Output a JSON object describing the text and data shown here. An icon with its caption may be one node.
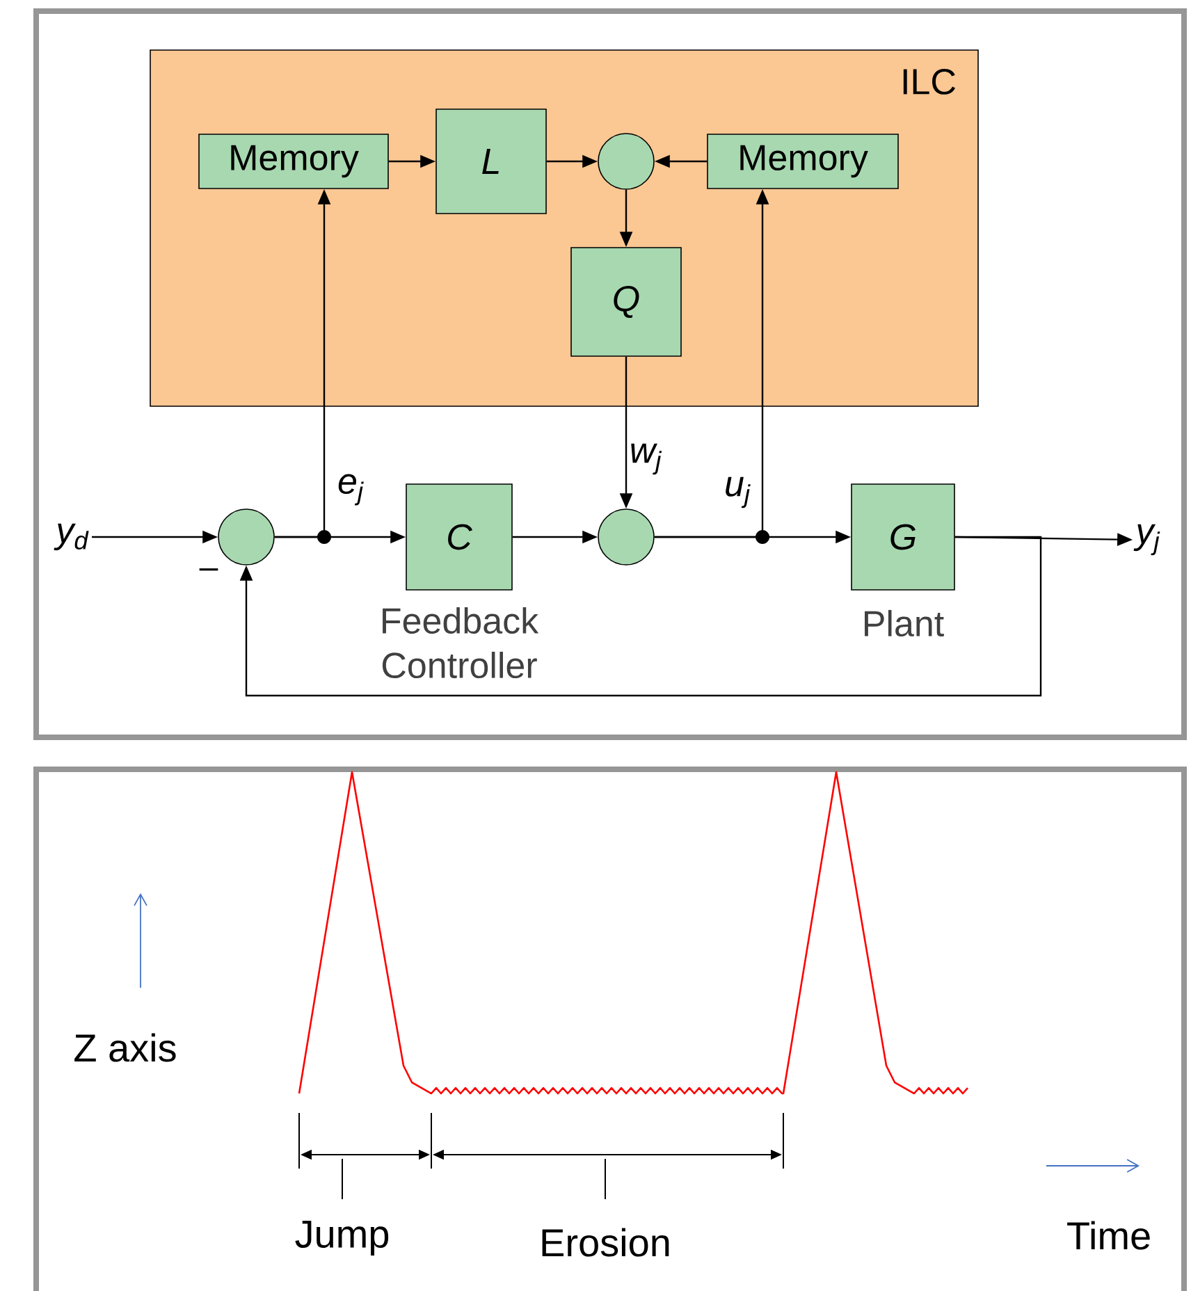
{
  "diagram": {
    "nodes": [
      {
        "text": [
          "ILC"
        ]
      },
      {
        "text": [
          "Memory"
        ],
        "in": 0
      },
      {
        "text": [
          "L"
        ],
        "in": 0
      },
      {
        "text": [],
        "shape": "circle",
        "in": 0
      },
      {
        "text": [
          "Memory"
        ],
        "in": 0
      },
      {
        "text": [
          "Q"
        ],
        "in": 0
      },
      {
        "text": [
          "y$_{d}$"
        ]
      },
      {
        "text": [],
        "shape": "circle"
      },
      {
        "text": [
          "C"
        ],
        "beside": [
          "Feedback Controller"
        ]
      },
      {
        "text": [],
        "shape": "circle"
      },
      {
        "text": [
          "G"
        ],
        "beside": [
          "Plant"
        ]
      },
      {
        "text": [
          "y$_{j}$"
        ]
      }
    ],
    "edges": [
      {
        "from": 1,
        "to": 2,
        "arrow": "to"
      },
      {
        "from": 2,
        "to": 3,
        "arrow": "to"
      },
      {
        "from": 4,
        "to": 3,
        "arrow": "to"
      },
      {
        "from": 3,
        "to": 5,
        "arrow": "to"
      },
      {
        "from": 6,
        "to": 7,
        "arrow": "to"
      },
      {
        "from": 7,
        "to": 8,
        "arrow": "to",
        "label": "e$_{j}$"
      },
      {
        "from": 7,
        "to": 1,
        "arrow": "to"
      },
      {
        "from": 8,
        "to": 9,
        "arrow": "to"
      },
      {
        "from": 5,
        "to": 9,
        "arrow": "to",
        "label": "w$_{j}$"
      },
      {
        "from": 9,
        "to": 10,
        "arrow": "to",
        "label": "u$_{j}$"
      },
      {
        "from": 9,
        "to": 4,
        "arrow": "to"
      },
      {
        "from": 10,
        "to": 11,
        "arrow": "to"
      },
      {
        "from": 10,
        "to": 7,
        "arrow": "to"
      }
    ],
    "labels": [
      "–",
      "Z axis",
      "Jump",
      "Erosion",
      "Time"
    ]
  }
}
